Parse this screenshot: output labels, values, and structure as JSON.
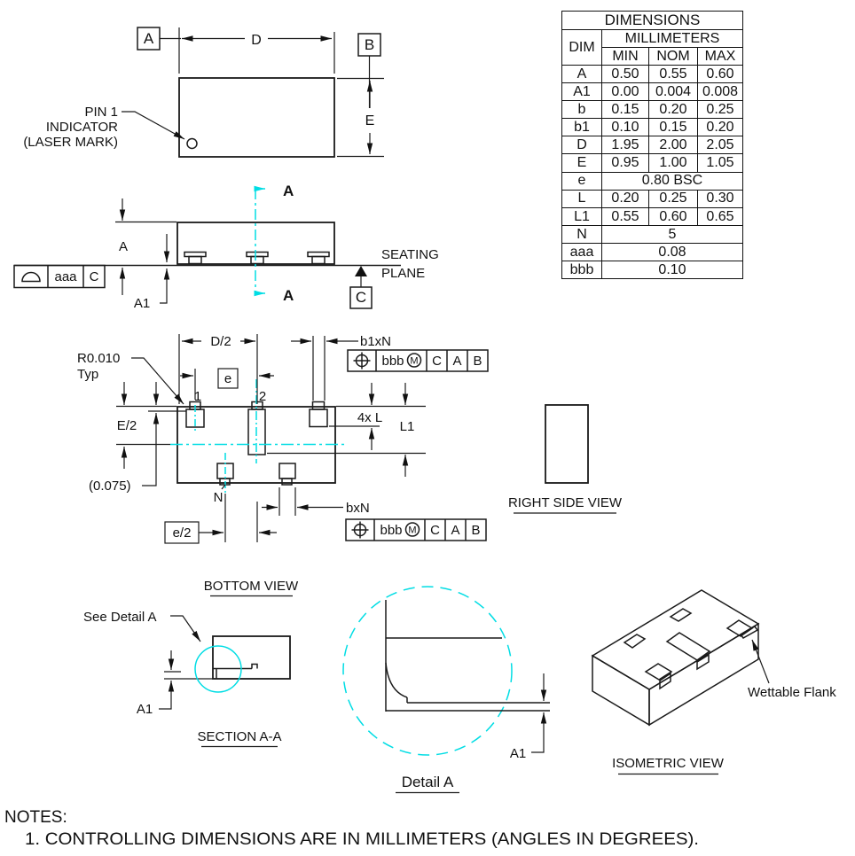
{
  "drawing": {
    "table": {
      "title": "DIMENSIONS",
      "dim_header": "DIM",
      "units_header": "MILLIMETERS",
      "col_headers": [
        "MIN",
        "NOM",
        "MAX"
      ],
      "rows": [
        {
          "dim": "A",
          "min": "0.50",
          "nom": "0.55",
          "max": "0.60"
        },
        {
          "dim": "A1",
          "min": "0.00",
          "nom": "0.004",
          "max": "0.008"
        },
        {
          "dim": "b",
          "min": "0.15",
          "nom": "0.20",
          "max": "0.25"
        },
        {
          "dim": "b1",
          "min": "0.10",
          "nom": "0.15",
          "max": "0.20"
        },
        {
          "dim": "D",
          "min": "1.95",
          "nom": "2.00",
          "max": "2.05"
        },
        {
          "dim": "E",
          "min": "0.95",
          "nom": "1.00",
          "max": "1.05"
        },
        {
          "dim": "e",
          "span": "0.80 BSC"
        },
        {
          "dim": "L",
          "min": "0.20",
          "nom": "0.25",
          "max": "0.30"
        },
        {
          "dim": "L1",
          "min": "0.55",
          "nom": "0.60",
          "max": "0.65"
        },
        {
          "dim": "N",
          "span": "5"
        },
        {
          "dim": "aaa",
          "span": "0.08"
        },
        {
          "dim": "bbb",
          "span": "0.10"
        }
      ]
    },
    "top_view": {
      "datum_a": "A",
      "datum_b": "B",
      "dim_d": "D",
      "dim_e": "E",
      "pin1_label_1": "PIN 1",
      "pin1_label_2": "INDICATOR",
      "pin1_label_3": "(LASER MARK)"
    },
    "side_view": {
      "dim_a": "A",
      "dim_a1": "A1",
      "flatness_tol": "aaa",
      "flatness_datum": "C",
      "datum_c": "C",
      "seating_1": "SEATING",
      "seating_2": "PLANE",
      "section_label": "A"
    },
    "bottom_view": {
      "title": "BOTTOM VIEW",
      "dim_d_half": "D/2",
      "dim_b1xn": "b1xN",
      "radius_label_1": "R0.010",
      "radius_label_2": "Typ",
      "dim_e_pitch": "e",
      "dim_e_half": "E/2",
      "ref_dim": "(0.075)",
      "pin_1": "1",
      "pin_2": "2",
      "pin_n": "N",
      "dim_e_half_pitch": "e/2",
      "dim_4xl": "4x L",
      "dim_l1": "L1",
      "dim_bxn": "bxN",
      "fcf_tol": "bbb",
      "fcf_mod": "M",
      "fcf_datum_1": "C",
      "fcf_datum_2": "A",
      "fcf_datum_3": "B"
    },
    "right_side_view": {
      "title": "RIGHT SIDE VIEW"
    },
    "section_view": {
      "title": "SECTION A-A",
      "callout": "See Detail A",
      "dim_a1": "A1"
    },
    "detail_view": {
      "title": "Detail A",
      "dim_a1": "A1"
    },
    "isometric_view": {
      "title": "ISOMETRIC VIEW",
      "callout": "Wettable Flank"
    },
    "notes": {
      "heading": "NOTES:",
      "note_1": "1.  CONTROLLING DIMENSIONS ARE IN MILLIMETERS (ANGLES IN DEGREES)."
    },
    "colors": {
      "line": "#1a1a1a",
      "accent_cyan": "#00dde4"
    }
  }
}
